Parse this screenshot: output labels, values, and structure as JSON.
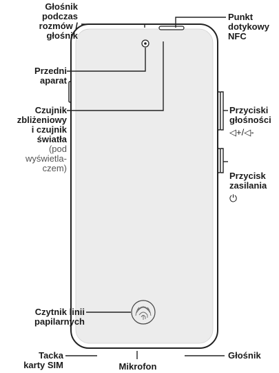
{
  "labels": {
    "earpiece": [
      "Głośnik",
      "podczas",
      "rozmów /",
      "głośnik"
    ],
    "nfc": [
      "Punkt",
      "dotykowy",
      "NFC"
    ],
    "front_camera": [
      "Przedni",
      "aparat"
    ],
    "proximity": [
      "Czujnik",
      "zbliżeniowy",
      "i czujnik",
      "światła"
    ],
    "proximity_note": [
      "(pod",
      "wyświetla-",
      "czem)"
    ],
    "volume": [
      "Przyciski",
      "głośności"
    ],
    "volume_icons": "◁+/◁-",
    "power": [
      "Przycisk",
      "zasilania"
    ],
    "power_icon": "⏻",
    "fingerprint": [
      "Czytnik linii",
      "papilarnych"
    ],
    "sim": [
      "Tacka",
      "karty SIM"
    ],
    "mic": "Mikrofon",
    "speaker": "Głośnik"
  },
  "colors": {
    "phone_fill": "#ececec",
    "phone_stroke": "#222222",
    "leader_line": "#222222"
  },
  "icons": [
    "front-camera-icon",
    "fingerprint-icon",
    "power-icon",
    "volume-icon"
  ]
}
